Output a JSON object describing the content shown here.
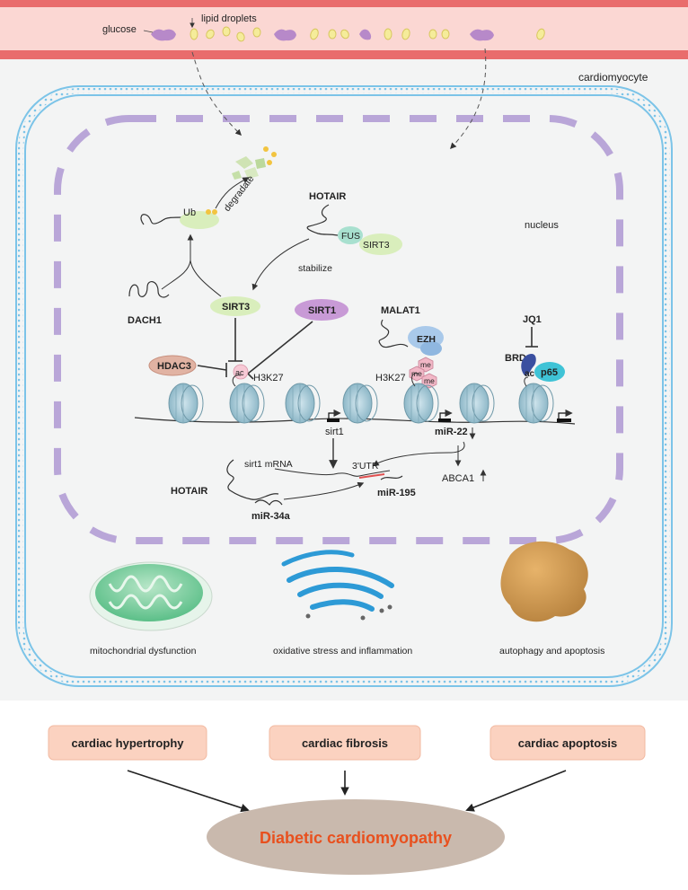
{
  "vessel": {
    "glucose": "glucose",
    "lipid_droplets": "lipid droplets"
  },
  "cell": {
    "name": "cardiomyocyte",
    "nucleus": "nucleus"
  },
  "ubiquitin": {
    "ub": "Ub",
    "degradate": "degradate",
    "stabilize": "stabilize"
  },
  "molecules": {
    "hotair_top": "HOTAIR",
    "fus": "FUS",
    "sirt3_complex": "SIRT3",
    "dach1": "DACH1",
    "sirt3": "SIRT3",
    "sirt1": "SIRT1",
    "malat1": "MALAT1",
    "ezh": "EZH",
    "jq1": "JQ1",
    "brd4": "BRD4",
    "ac_brd4": "ac",
    "p65": "p65",
    "hdac3": "HDAC3",
    "ac": "ac",
    "h3k27_left": "H3K27",
    "h3k27_mid": "H3K27",
    "me1": "me",
    "me2": "me",
    "me3": "me"
  },
  "genes": {
    "sirt1": "sirt1",
    "mir22": "miR-22",
    "sirt1_mrna": "sirt1 mRNA",
    "utr": "3'UTR",
    "hotair_bottom": "HOTAIR",
    "mir195": "miR-195",
    "mir34a": "miR-34a",
    "abca1": "ABCA1"
  },
  "organelles": {
    "mito": "mitochondrial dysfunction",
    "er": "oxidative stress and inflammation",
    "apoptotic": "autophagy and apoptosis"
  },
  "outcomes": {
    "hypertrophy": "cardiac hypertrophy",
    "fibrosis": "cardiac fibrosis",
    "apoptosis": "cardiac apoptosis",
    "disease": "Diabetic cardiomyopathy"
  },
  "colors": {
    "vessel": "#f08a8a",
    "vessel_inner": "#fbd7d3",
    "membrane": "#7cc4e8",
    "nucleus_dash": "#b9a6d8",
    "outcome_box": "#fbd2c0",
    "disease_ellipse": "#c9b9ad",
    "disease_text": "#e8501e"
  }
}
